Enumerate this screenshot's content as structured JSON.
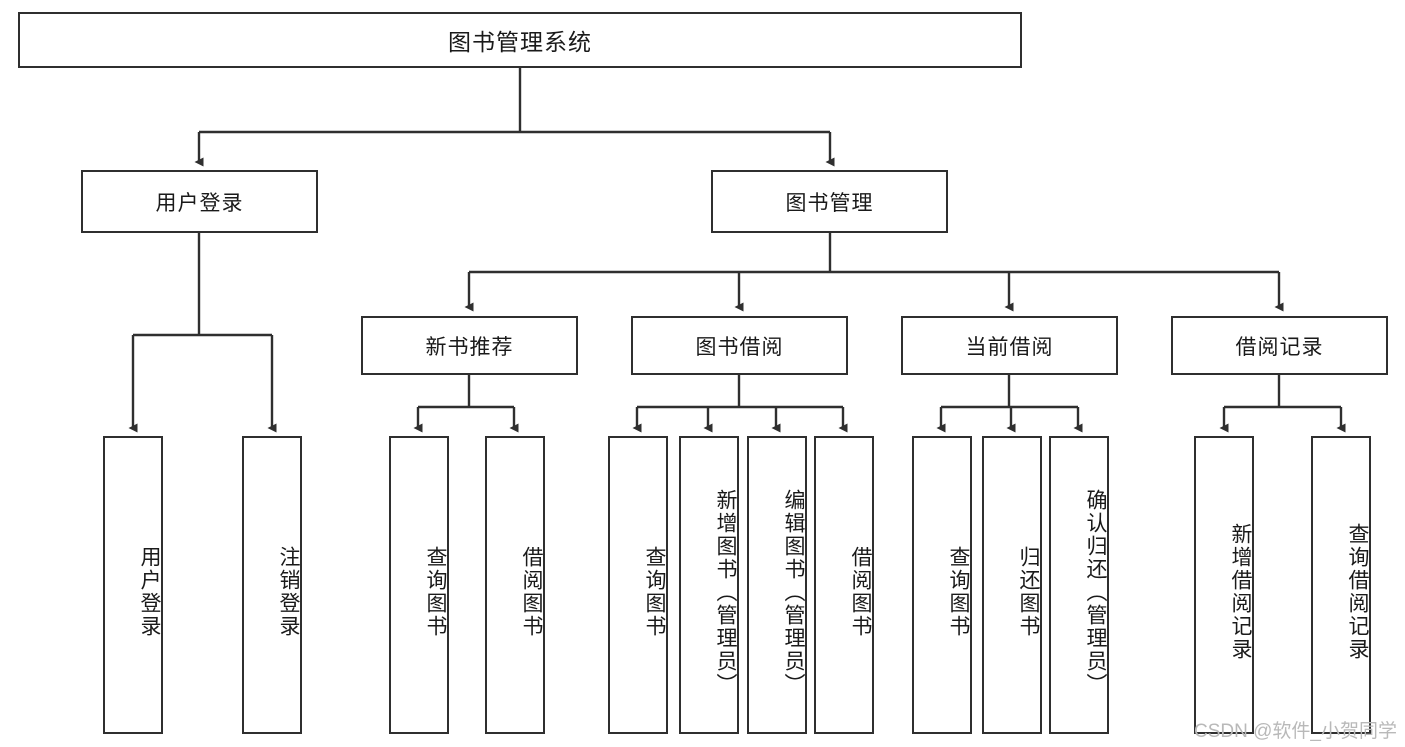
{
  "diagram": {
    "title": "图书管理系统",
    "type": "tree-hierarchy",
    "watermark": "CSDN @软件_小贺同学",
    "colors": {
      "border": "#2f2f2f",
      "fill": "#ffffff",
      "text": "#1a1a1a",
      "watermark": "#b9b9b9"
    },
    "nodes": {
      "root": "图书管理系统",
      "level2": {
        "user_login": "用户登录",
        "book_manage": "图书管理"
      },
      "level3": {
        "new_book_rec": "新书推荐",
        "book_borrow": "图书借阅",
        "current_borrow": "当前借阅",
        "borrow_record": "借阅记录"
      },
      "leaves": {
        "user_login_1": "用户登录",
        "user_login_2": "注销登录",
        "new_book_rec_1": "查询图书",
        "new_book_rec_2": "借阅图书",
        "book_borrow_1": "查询图书",
        "book_borrow_2": "新增图书（管理员）",
        "book_borrow_3": "编辑图书（管理员）",
        "book_borrow_4": "借阅图书",
        "current_borrow_1": "查询图书",
        "current_borrow_2": "归还图书",
        "current_borrow_3": "确认归还（管理员）",
        "borrow_record_1": "新增借阅记录",
        "borrow_record_2": "查询借阅记录"
      }
    }
  }
}
